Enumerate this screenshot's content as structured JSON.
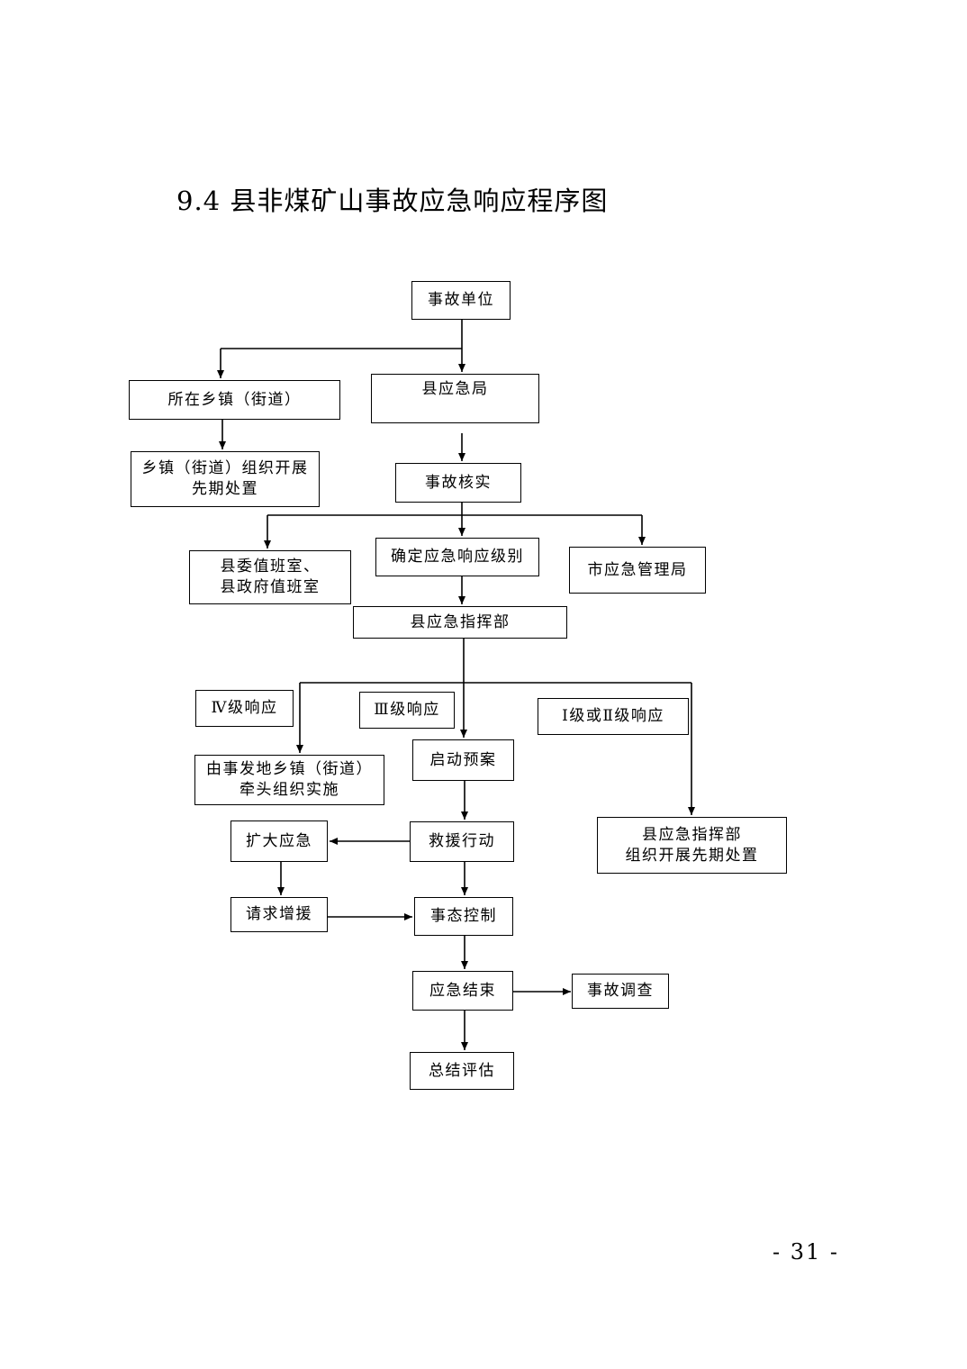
{
  "document": {
    "title": "9.4  县非煤矿山事故应急响应程序图",
    "page_number": "- 31 -"
  },
  "flowchart": {
    "nodes": {
      "accident_unit": "事故单位",
      "township": "所在乡镇（街道）",
      "county_emergency_bureau": "县应急局",
      "township_initial_response": "乡镇（街道）组织开展\n先期处置",
      "accident_verification": "事故核实",
      "county_duty_offices": "县委值班室、\n县政府值班室",
      "determine_response_level": "确定应急响应级别",
      "city_emergency_bureau": "市应急管理局",
      "county_command": "县应急指挥部",
      "level_4_response": "Ⅳ级响应",
      "level_3_response": "Ⅲ级响应",
      "level_1_2_response": "Ⅰ级或Ⅱ级响应",
      "township_lead_implementation": "由事发地乡镇（街道）\n牵头组织实施",
      "activate_plan": "启动预案",
      "command_initial_response": "县应急指挥部\n组织开展先期处置",
      "expand_emergency": "扩大应急",
      "rescue_action": "救援行动",
      "request_reinforcement": "请求增援",
      "situation_control": "事态控制",
      "emergency_end": "应急结束",
      "accident_investigation": "事故调查",
      "summary_evaluation": "总结评估"
    }
  }
}
